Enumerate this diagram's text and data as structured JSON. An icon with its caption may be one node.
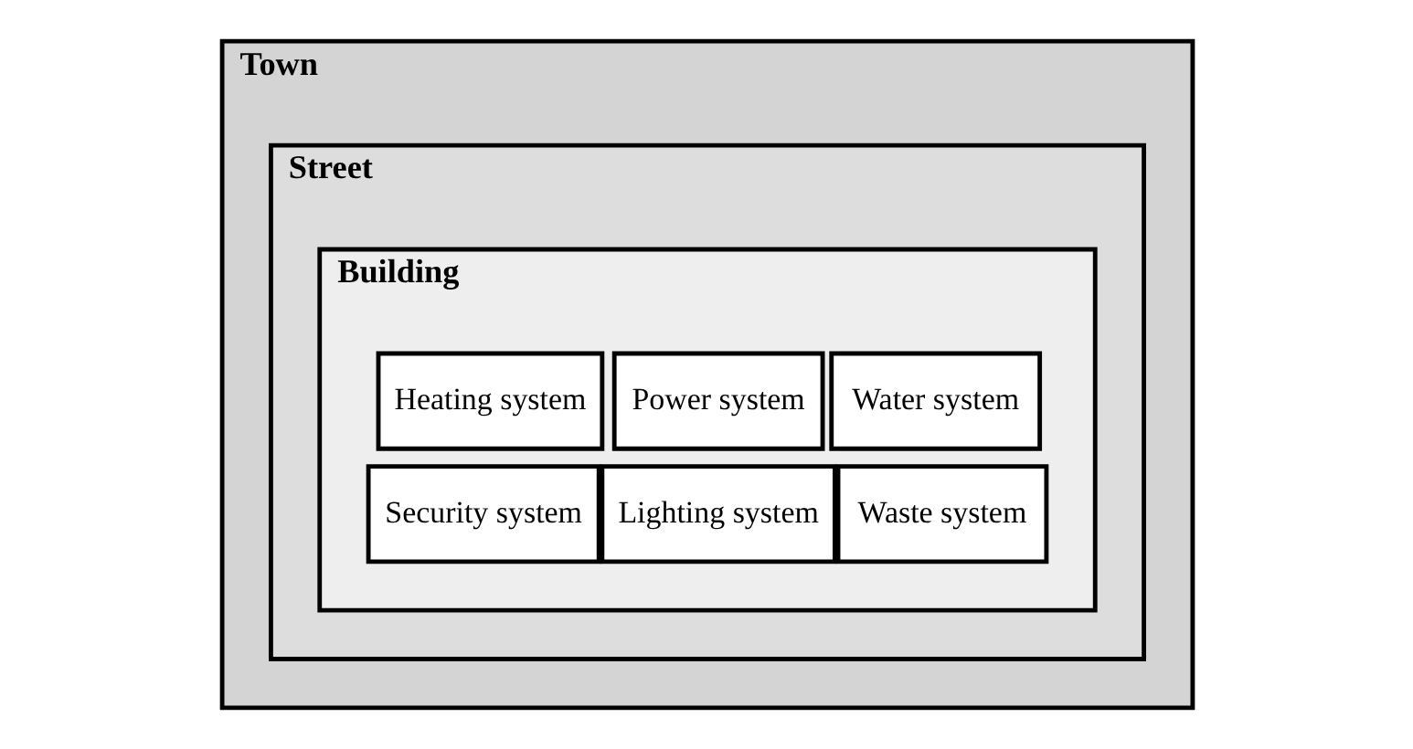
{
  "diagram": {
    "nodes": [
      {
        "text": [
          "Town"
        ]
      },
      {
        "text": [
          "Street"
        ],
        "in": 0
      },
      {
        "text": [
          "Building"
        ],
        "in": 1
      },
      {
        "text": [
          "Heating system"
        ],
        "in": 2
      },
      {
        "text": [
          "Power system"
        ],
        "in": 2
      },
      {
        "text": [
          "Water system"
        ],
        "in": 2
      },
      {
        "text": [
          "Security system"
        ],
        "in": 2
      },
      {
        "text": [
          "Lighting system"
        ],
        "in": 2
      },
      {
        "text": [
          "Waste system"
        ],
        "in": 2
      }
    ],
    "edges": []
  }
}
